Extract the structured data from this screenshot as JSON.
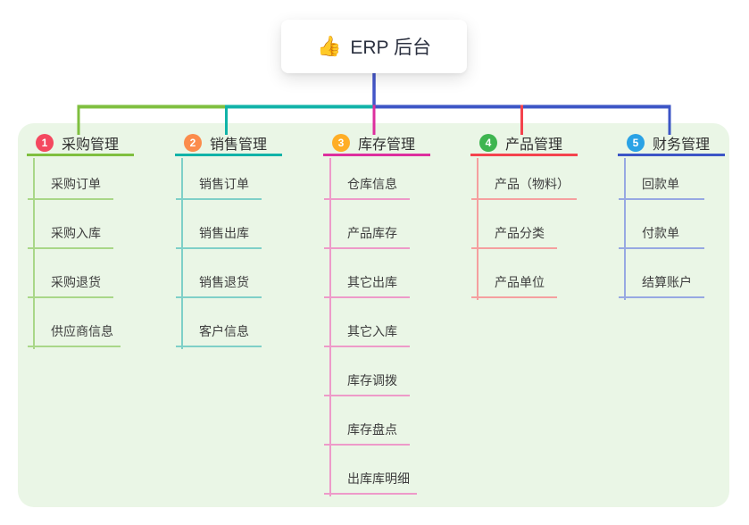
{
  "root": {
    "icon": "👍",
    "label": "ERP 后台"
  },
  "connector": {
    "trunk_color": "#4355c8"
  },
  "panel": {
    "background": "#eaf6e6"
  },
  "branches": [
    {
      "badge": "1",
      "label": "采购管理",
      "badge_color": "#f4485f",
      "line_color": "#7fbf3f",
      "sub_line_color": "#a9d788",
      "items": [
        "采购订单",
        "采购入库",
        "采购退货",
        "供应商信息"
      ]
    },
    {
      "badge": "2",
      "label": "销售管理",
      "badge_color": "#fb8c4c",
      "line_color": "#10b3a8",
      "sub_line_color": "#7fd0c8",
      "items": [
        "销售订单",
        "销售出库",
        "销售退货",
        "客户信息"
      ]
    },
    {
      "badge": "3",
      "label": "库存管理",
      "badge_color": "#ffae26",
      "line_color": "#dd2f9e",
      "sub_line_color": "#ee9ac9",
      "items": [
        "仓库信息",
        "产品库存",
        "其它出库",
        "其它入库",
        "库存调拨",
        "库存盘点",
        "出库库明细"
      ]
    },
    {
      "badge": "4",
      "label": "产品管理",
      "badge_color": "#3eb550",
      "line_color": "#f4434d",
      "sub_line_color": "#f59f9f",
      "items": [
        "产品（物料）",
        "产品分类",
        "产品单位"
      ]
    },
    {
      "badge": "5",
      "label": "财务管理",
      "badge_color": "#2aa2e5",
      "line_color": "#3c55c6",
      "sub_line_color": "#97a8e2",
      "items": [
        "回款单",
        "付款单",
        "结算账户"
      ]
    }
  ]
}
